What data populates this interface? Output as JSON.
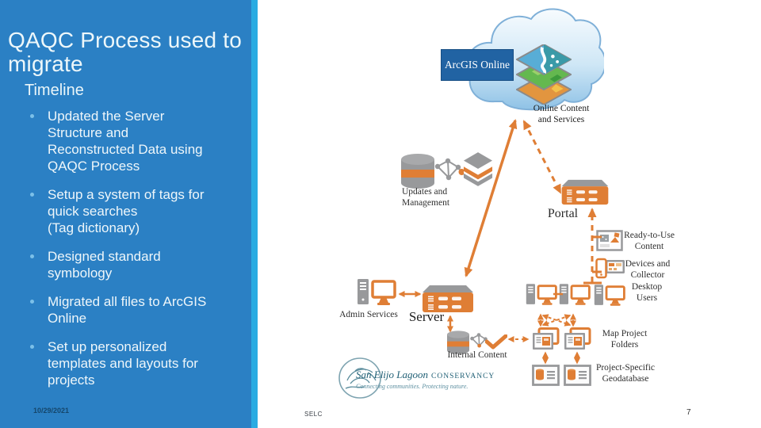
{
  "slide": {
    "title": "QAQC Process used to\nmigrate",
    "subtitle": "Timeline",
    "bullets": [
      "Updated the Server\nStructure and\nReconstructed Data using\nQAQC Process",
      "Setup a system of tags for\nquick searches\n(Tag dictionary)",
      "Designed standard\nsymbology",
      "Migrated all files to ArcGIS\nOnline",
      "Set up personalized\ntemplates and layouts for\nprojects"
    ],
    "date": "10/29/2021"
  },
  "footer": {
    "org": "SELC",
    "page": "7"
  },
  "diagram": {
    "arcgis_online": "ArcGIS Online",
    "labels": {
      "online_content": "Online Content\nand Services",
      "updates": "Updates and\nManagement",
      "portal": "Portal",
      "ready": "Ready-to-Use\nContent",
      "devices": "Devices and\nCollector",
      "desktop": "Desktop\nUsers",
      "map_folders": "Map Project\nFolders",
      "geodatabase": "Project-Specific\nGeodatabase",
      "admin": "Admin Services",
      "server": "Server",
      "internal": "Internal Content"
    },
    "logo": {
      "name": "San Elijo Lagoon",
      "suffix": "CONSERVANCY",
      "tagline": "Connecting communities. Protecting nature."
    },
    "icons": {
      "cloud": "cloud-icon",
      "layers": "map-layers-icon",
      "portal": "server-box-icon",
      "server": "server-box-icon",
      "database": "database-cylinder-icon",
      "network": "network-nodes-icon",
      "layer_stack": "layer-stack-icon",
      "computer": "desktop-computer-icon",
      "devices": "phone-tablet-icon",
      "ready_content": "map-content-icon",
      "folder": "folder-window-icon",
      "geodatabase": "geodatabase-box-icon",
      "check": "check-swoosh-icon",
      "logo": "selc-logo"
    },
    "colors": {
      "panel_blue": "#2b80c4",
      "accent_strip": "#29abe2",
      "orange": "#DF7E35",
      "icon_gray": "#98999b",
      "arcgis_blue": "#2163a3",
      "selc_teal": "#1e5e74"
    }
  }
}
